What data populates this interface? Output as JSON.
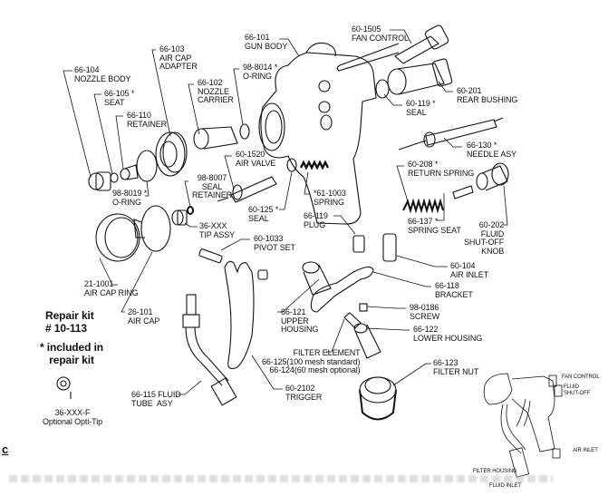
{
  "parts": [
    {
      "id": "gun-body",
      "number": "66-101",
      "name": "GUN BODY"
    },
    {
      "id": "fan-control",
      "number": "60-1505",
      "name": "FAN CONTROL"
    },
    {
      "id": "air-cap-adapter",
      "number": "66-103",
      "name": "AIR CAP\nADAPTER"
    },
    {
      "id": "nozzle-body",
      "number": "66-104",
      "name": "NOZZLE BODY"
    },
    {
      "id": "o-ring-8014",
      "number": "98-8014 *",
      "name": "O-RING"
    },
    {
      "id": "nozzle-carrier",
      "number": "66-102",
      "name": "NOZZLE\nCARRIER"
    },
    {
      "id": "seat",
      "number": "66-105 *",
      "name": "SEAT"
    },
    {
      "id": "rear-bushing",
      "number": "60-201",
      "name": "REAR BUSHING"
    },
    {
      "id": "retainer",
      "number": "66-110",
      "name": "RETAINER"
    },
    {
      "id": "seal-119",
      "number": "60-119 *",
      "name": "SEAL"
    },
    {
      "id": "needle-asy",
      "number": "66-130 *",
      "name": "NEEDLE ASY"
    },
    {
      "id": "air-valve",
      "number": "60-1520",
      "name": "AIR VALVE"
    },
    {
      "id": "return-spring",
      "number": "60-208 *",
      "name": "RETURN SPRING"
    },
    {
      "id": "seal-retainer",
      "number": "98-8007",
      "name": "SEAL\nRETAINER"
    },
    {
      "id": "o-ring-8019",
      "number": "98-8019 *",
      "name": "O-RING"
    },
    {
      "id": "spring",
      "number": "*61-1003",
      "name": "SPRING"
    },
    {
      "id": "seal-125",
      "number": "60-125 *",
      "name": "SEAL"
    },
    {
      "id": "plug",
      "number": "66-119",
      "name": "PLUG"
    },
    {
      "id": "spring-seat",
      "number": "66-137 *",
      "name": "SPRING SEAT"
    },
    {
      "id": "fluid-shutoff-knob",
      "number": "60-202",
      "name": "FLUID\nSHUT-OFF\nKNOB"
    },
    {
      "id": "tip-assy",
      "number": "36-XXX",
      "name": "TIP ASSY"
    },
    {
      "id": "pivot-set",
      "number": "60-1033",
      "name": "PIVOT SET"
    },
    {
      "id": "air-inlet",
      "number": "60-104",
      "name": "AIR INLET"
    },
    {
      "id": "bracket",
      "number": "66-118",
      "name": "BRACKET"
    },
    {
      "id": "air-cap-ring",
      "number": "21-1001",
      "name": "AIR CAP RING"
    },
    {
      "id": "air-cap",
      "number": "26-101",
      "name": "AIR CAP"
    },
    {
      "id": "upper-housing",
      "number": "66-121",
      "name": "UPPER\nHOUSING"
    },
    {
      "id": "screw",
      "number": "98-0186",
      "name": "SCREW"
    },
    {
      "id": "lower-housing",
      "number": "66-122",
      "name": "LOWER HOUSING"
    },
    {
      "id": "filter-element",
      "number": "FILTER ELEMENT",
      "name": "66-125(100 mesh standard)\n66-124(60 mesh optional)"
    },
    {
      "id": "filter-nut",
      "number": "66-123",
      "name": "FILTER NUT"
    },
    {
      "id": "fluid-tube",
      "number": "66-115 FLUID",
      "name": "TUBE  ASY"
    },
    {
      "id": "trigger",
      "number": "60-2102",
      "name": "TRIGGER"
    },
    {
      "id": "opti-tip",
      "number": "36-XXX-F",
      "name": "Optional Opti-Tip"
    }
  ],
  "repair_kit": {
    "title": "Repair kit\n# 10-113",
    "note": "* included in\nrepair kit"
  },
  "inset": {
    "fan_control": "FAN CONTROL",
    "fluid_shutoff": "FLUID\nSHUT-OFF",
    "air_inlet": "AIR INLET",
    "filter_housing": "FILTER HOUSING",
    "fluid_inlet": "FLUID INLET"
  },
  "cut_heading": "c"
}
